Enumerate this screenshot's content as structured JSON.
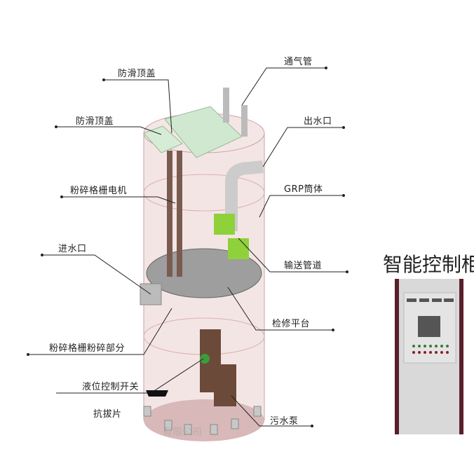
{
  "labels": {
    "anti_slip_cover_top": "防滑顶盖",
    "vent_pipe": "通气管",
    "anti_slip_cover_left": "防滑顶盖",
    "outlet": "出水口",
    "grinder_motor": "粉碎格栅电机",
    "grp_shell": "GRP筒体",
    "inlet": "进水口",
    "delivery_pipe": "输送管道",
    "service_platform": "检修平台",
    "grinder_section": "粉碎格栅粉碎部分",
    "level_switch": "液位控制开关",
    "anti_float_plate": "抗拔片",
    "sewage_pump": "污水泵"
  },
  "cabinet": {
    "title": "智能控制柜"
  },
  "watermark": "有限公司",
  "colors": {
    "tank": "#e8c8c8",
    "pump": "#6b4a3a",
    "motor_green": "#8fd13a",
    "cabinet": "#d8d8d8"
  }
}
